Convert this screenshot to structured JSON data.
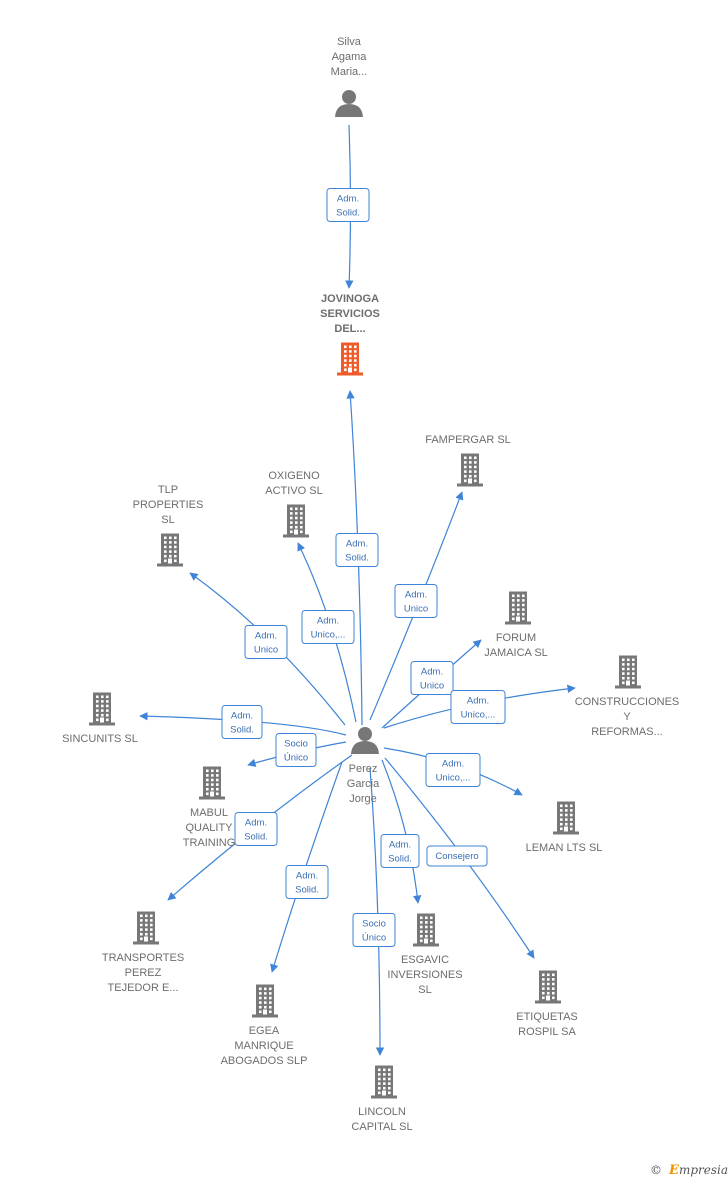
{
  "colors": {
    "edge": "#3f84d6",
    "node_gray": "#777777",
    "focus_orange": "#f05a28",
    "badge_border": "#3f84d6",
    "label": "#6d6d6d"
  },
  "nodes": {
    "silva": {
      "type": "person",
      "label_lines": [
        "Silva",
        "Agama",
        "Maria..."
      ]
    },
    "jovinoga": {
      "type": "company",
      "focus": true,
      "label_lines": [
        "JOVINOGA",
        "SERVICIOS",
        "DEL..."
      ]
    },
    "perez": {
      "type": "person",
      "label_lines": [
        "Perez",
        "Garcia",
        "Jorge"
      ]
    },
    "fampergar": {
      "type": "company",
      "label_lines": [
        "FAMPERGAR SL"
      ]
    },
    "oxigeno": {
      "type": "company",
      "label_lines": [
        "OXIGENO",
        "ACTIVO  SL"
      ]
    },
    "tlp": {
      "type": "company",
      "label_lines": [
        "TLP",
        "PROPERTIES",
        "SL"
      ]
    },
    "forum": {
      "type": "company",
      "label_lines": [
        "FORUM",
        "JAMAICA  SL"
      ]
    },
    "construcciones": {
      "type": "company",
      "label_lines": [
        "CONSTRUCCIONES",
        "Y",
        "REFORMAS..."
      ]
    },
    "sincunits": {
      "type": "company",
      "label_lines": [
        "SINCUNITS SL"
      ]
    },
    "mabul": {
      "type": "company",
      "label_lines": [
        "MABUL",
        "QUALITY",
        "TRAINING"
      ]
    },
    "leman": {
      "type": "company",
      "label_lines": [
        "LEMAN LTS  SL"
      ]
    },
    "transportes": {
      "type": "company",
      "label_lines": [
        "TRANSPORTES",
        "PEREZ",
        "TEJEDOR E..."
      ]
    },
    "esgavic": {
      "type": "company",
      "label_lines": [
        "ESGAVIC",
        "INVERSIONES",
        "SL"
      ]
    },
    "etiquetas": {
      "type": "company",
      "label_lines": [
        "ETIQUETAS",
        "ROSPIL SA"
      ]
    },
    "egea": {
      "type": "company",
      "label_lines": [
        "EGEA",
        "MANRIQUE",
        "ABOGADOS SLP"
      ]
    },
    "lincoln": {
      "type": "company",
      "label_lines": [
        "LINCOLN",
        "CAPITAL  SL"
      ]
    }
  },
  "edges": [
    {
      "from": "silva",
      "to": "jovinoga",
      "badge": [
        "Adm.",
        "Solid."
      ]
    },
    {
      "from": "perez",
      "to": "jovinoga",
      "badge": [
        "Adm.",
        "Solid."
      ]
    },
    {
      "from": "perez",
      "to": "fampergar",
      "badge": [
        "Adm.",
        "Unico"
      ]
    },
    {
      "from": "perez",
      "to": "oxigeno",
      "badge": [
        "Adm.",
        "Unico,..."
      ]
    },
    {
      "from": "perez",
      "to": "tlp",
      "badge": [
        "Adm.",
        "Unico"
      ]
    },
    {
      "from": "perez",
      "to": "forum",
      "badge": [
        "Adm.",
        "Unico"
      ]
    },
    {
      "from": "perez",
      "to": "construcciones",
      "badge": [
        "Adm.",
        "Unico,..."
      ]
    },
    {
      "from": "perez",
      "to": "sincunits",
      "badge": [
        "Adm.",
        "Solid."
      ]
    },
    {
      "from": "perez",
      "to": "mabul",
      "badge": [
        "Socio",
        "Único"
      ]
    },
    {
      "from": "perez",
      "to": "leman",
      "badge": [
        "Adm.",
        "Unico,..."
      ]
    },
    {
      "from": "perez",
      "to": "transportes",
      "badge": [
        "Adm.",
        "Solid."
      ]
    },
    {
      "from": "perez",
      "to": "esgavic",
      "badge": [
        "Adm.",
        "Solid."
      ]
    },
    {
      "from": "perez",
      "to": "etiquetas",
      "badge": [
        "Consejero"
      ]
    },
    {
      "from": "perez",
      "to": "egea",
      "badge": [
        "Adm.",
        "Solid."
      ]
    },
    {
      "from": "perez",
      "to": "lincoln",
      "badge": [
        "Socio",
        "Único"
      ]
    }
  ],
  "footer": {
    "copyright_symbol": "©",
    "brand_initial": "E",
    "brand_rest": "mpresia"
  }
}
